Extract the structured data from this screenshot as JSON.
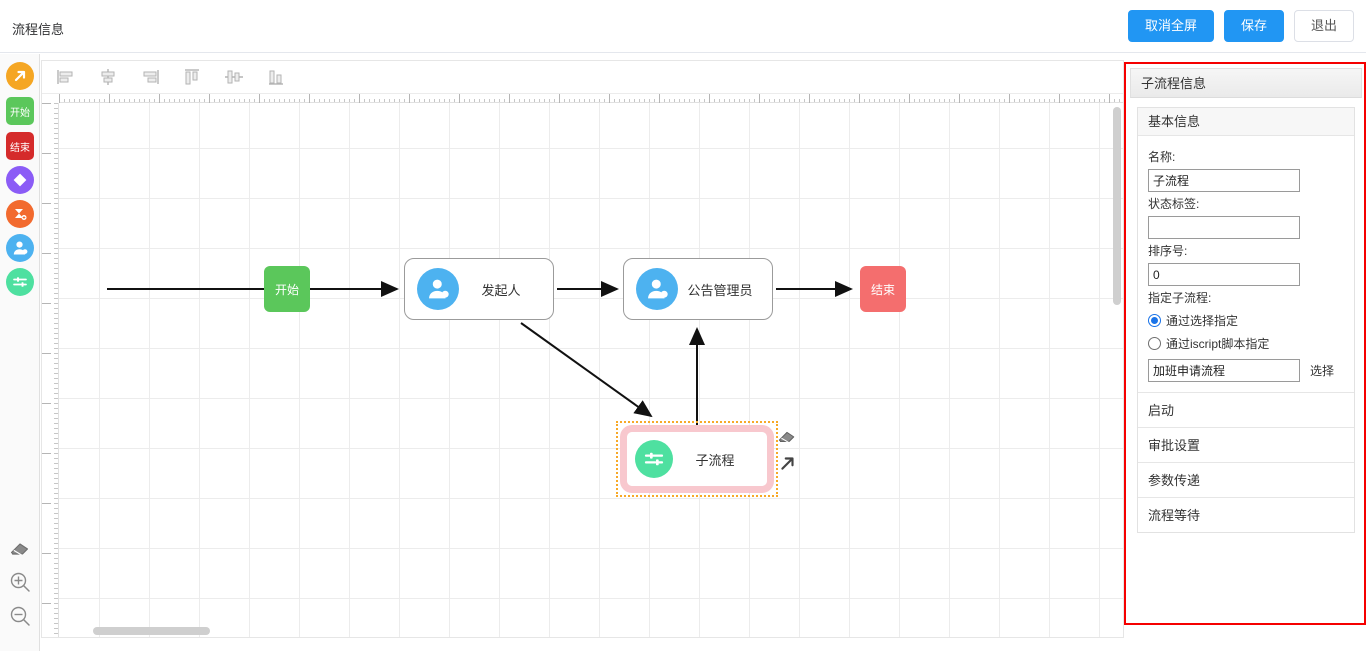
{
  "header": {
    "title": "流程信息",
    "buttons": [
      {
        "label": "取消全屏",
        "style": "primary",
        "name": "cancel-fullscreen-button"
      },
      {
        "label": "保存",
        "style": "primary",
        "name": "save-button"
      },
      {
        "label": "退出",
        "style": "plain",
        "name": "exit-button"
      }
    ]
  },
  "palette": {
    "items": [
      {
        "name": "connector-tool",
        "label": "",
        "icon": "arrow-up-right-icon",
        "color": "#f5a623",
        "shape": "circle"
      },
      {
        "name": "start-node-tool",
        "label": "开始",
        "icon": "start-node-icon",
        "color": "#5bc75b",
        "shape": "rect"
      },
      {
        "name": "end-node-tool",
        "label": "结束",
        "icon": "end-node-icon",
        "color": "#d52b2b",
        "shape": "rect"
      },
      {
        "name": "gateway-node-tool",
        "label": "",
        "icon": "diamond-icon",
        "color": "#8b5cf6",
        "shape": "circle"
      },
      {
        "name": "auto-task-tool",
        "label": "",
        "icon": "robot-task-icon",
        "color": "#f26a2e",
        "shape": "circle"
      },
      {
        "name": "user-task-tool",
        "label": "",
        "icon": "user-task-icon",
        "color": "#4db2f0",
        "shape": "circle"
      },
      {
        "name": "subprocess-tool",
        "label": "",
        "icon": "subprocess-icon",
        "color": "#4ee0a0",
        "shape": "circle"
      }
    ],
    "tools": [
      {
        "name": "eraser-tool",
        "icon": "eraser-icon"
      },
      {
        "name": "zoom-in-tool",
        "icon": "zoom-in-icon"
      },
      {
        "name": "zoom-out-tool",
        "icon": "zoom-out-icon"
      }
    ]
  },
  "align_toolbar": {
    "buttons": [
      {
        "name": "align-left-button",
        "icon": "align-left-icon"
      },
      {
        "name": "align-center-horizontal-button",
        "icon": "align-center-h-icon"
      },
      {
        "name": "align-right-button",
        "icon": "align-right-icon"
      },
      {
        "name": "align-top-button",
        "icon": "align-top-icon"
      },
      {
        "name": "align-middle-vertical-button",
        "icon": "align-middle-v-icon"
      },
      {
        "name": "align-bottom-button",
        "icon": "align-bottom-icon"
      }
    ]
  },
  "diagram": {
    "nodes": {
      "start": {
        "label": "开始",
        "color": "#5bc75b"
      },
      "initiator": {
        "label": "发起人",
        "icon": "user-task-icon"
      },
      "announce_admin": {
        "label": "公告管理员",
        "icon": "user-task-icon"
      },
      "end": {
        "label": "结束",
        "color": "#f46e6e"
      },
      "subprocess": {
        "label": "子流程",
        "icon": "subprocess-icon",
        "selected": true
      }
    },
    "handles": [
      {
        "name": "delete-node-handle",
        "icon": "eraser-icon"
      },
      {
        "name": "create-connection-handle",
        "icon": "arrow-up-right-icon"
      }
    ]
  },
  "panel": {
    "header": "子流程信息",
    "basic": {
      "title": "基本信息",
      "fields": [
        {
          "label": "名称:",
          "value": "子流程",
          "name": "name-field"
        },
        {
          "label": "状态标签:",
          "value": "",
          "name": "status-tag-field"
        },
        {
          "label": "排序号:",
          "value": "0",
          "name": "sort-order-field"
        }
      ],
      "subprocess_label": "指定子流程:",
      "radios": [
        {
          "label": "通过选择指定",
          "checked": true,
          "name": "radio-by-selection"
        },
        {
          "label": "通过iscript脚本指定",
          "checked": false,
          "name": "radio-by-iscript"
        }
      ],
      "picker": {
        "value": "加班申请流程",
        "button": "选择"
      }
    },
    "sections": [
      {
        "label": "启动",
        "name": "section-startup"
      },
      {
        "label": "审批设置",
        "name": "section-approval-settings"
      },
      {
        "label": "参数传递",
        "name": "section-parameter-passing"
      },
      {
        "label": "流程等待",
        "name": "section-process-wait"
      }
    ]
  }
}
